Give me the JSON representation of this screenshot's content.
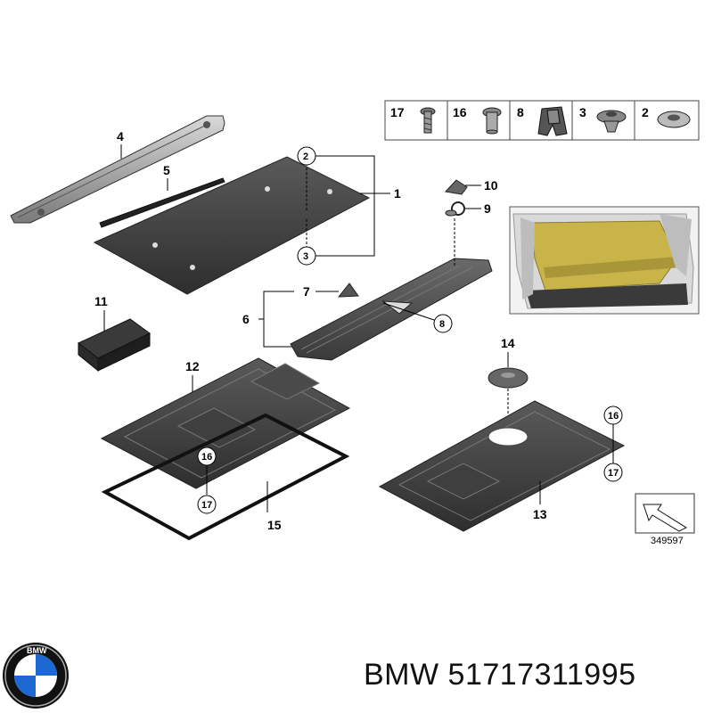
{
  "parts": {
    "p1": "1",
    "p2": "2",
    "p3": "3",
    "p4": "4",
    "p5": "5",
    "p6": "6",
    "p7": "7",
    "p8": "8",
    "p9": "9",
    "p10": "10",
    "p11": "11",
    "p12": "12",
    "p13": "13",
    "p14": "14",
    "p15": "15",
    "p16": "16",
    "p17": "17"
  },
  "fastener_strip": [
    "17",
    "16",
    "8",
    "3",
    "2"
  ],
  "drawing_number": "349597",
  "brand_logo_text": "BMW",
  "caption": {
    "brand": "BMW",
    "part_number": "51717311995"
  },
  "colors": {
    "line": "#000000",
    "part_fill": "#4a4a4a",
    "photo_mat": "#c9b44a"
  }
}
